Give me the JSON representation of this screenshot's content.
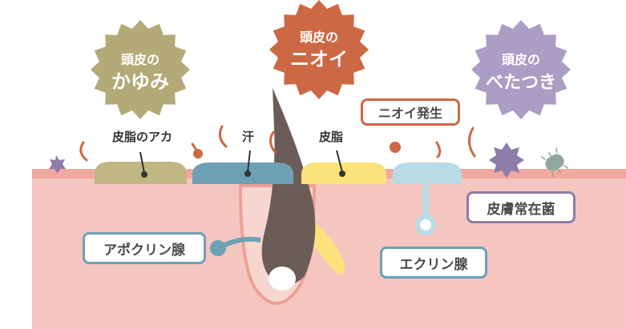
{
  "bursts": {
    "itch": {
      "line1": "頭皮の",
      "line2": "かゆみ",
      "color": "#b3aa77"
    },
    "odor": {
      "line1": "頭皮の",
      "line2": "ニオイ",
      "color": "#cd6845"
    },
    "sticky": {
      "line1": "頭皮の",
      "line2": "べたつき",
      "color": "#ab9dc4"
    }
  },
  "labels": {
    "scalp_dirt": "皮脂のアカ",
    "sweat": "汗",
    "sebum": "皮脂",
    "odor_generation": "ニオイ発生",
    "resident_bacteria": "皮膚常在菌",
    "apocrine_gland": "アポクリン腺",
    "eccrine_gland": "エクリン腺"
  },
  "colors": {
    "skin": "#f5c6c0",
    "skin_surface": "#f0a8a0",
    "dirt": "#c1b785",
    "sweat": "#6ea0b4",
    "sebum": "#fbe27a",
    "eccrine": "#b9dbe6",
    "hair": "#6b5c57",
    "gland_blue": "#6ea0b4",
    "odor_label_border": "#cd6845",
    "bacteria_label_border": "#8e7cab",
    "gland_label_border": "#6ea0b4"
  }
}
